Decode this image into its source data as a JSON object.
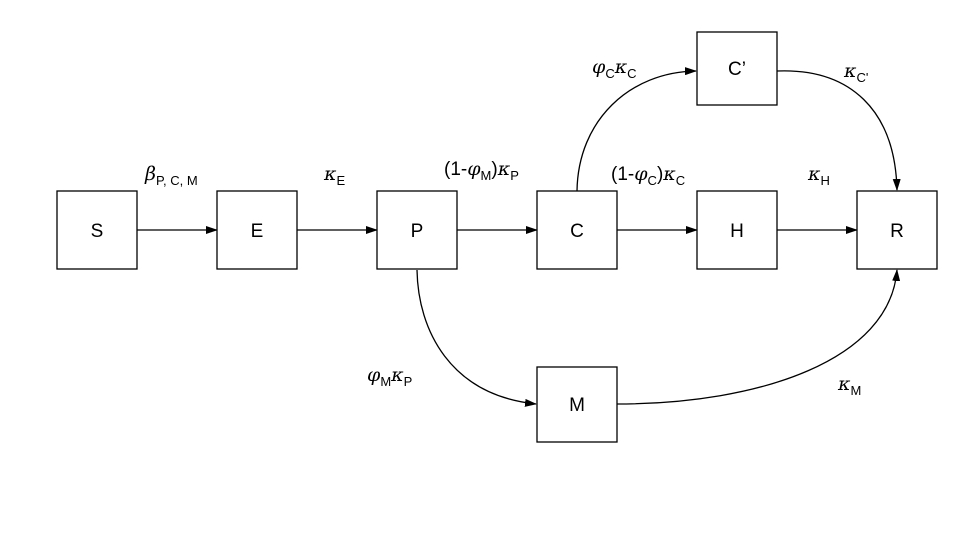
{
  "nodes": {
    "S": "S",
    "E": "E",
    "P": "P",
    "C": "C",
    "H": "H",
    "R": "R",
    "M": "M",
    "Cp": "C’"
  },
  "rates": {
    "S_E": {
      "sym": "β",
      "sub": "P, C, M"
    },
    "E_P": {
      "sym": "κ",
      "sub": "E"
    },
    "P_C": {
      "open": "(1-",
      "phi": "φ",
      "phi_sub": "M",
      "close": ")",
      "sym": "κ",
      "sub": "P"
    },
    "C_Cp": {
      "phi": "φ",
      "phi_sub": "C",
      "sym": "κ",
      "sub": "C"
    },
    "C_H": {
      "open": "(1-",
      "phi": "φ",
      "phi_sub": "C",
      "close": ")",
      "sym": "κ",
      "sub": "C"
    },
    "Cp_R": {
      "sym": "κ",
      "sub": "C'"
    },
    "H_R": {
      "sym": "κ",
      "sub": "H"
    },
    "P_M": {
      "phi": "φ",
      "phi_sub": "M",
      "sym": "κ",
      "sub": "P"
    },
    "M_R": {
      "sym": "κ",
      "sub": "M"
    }
  }
}
